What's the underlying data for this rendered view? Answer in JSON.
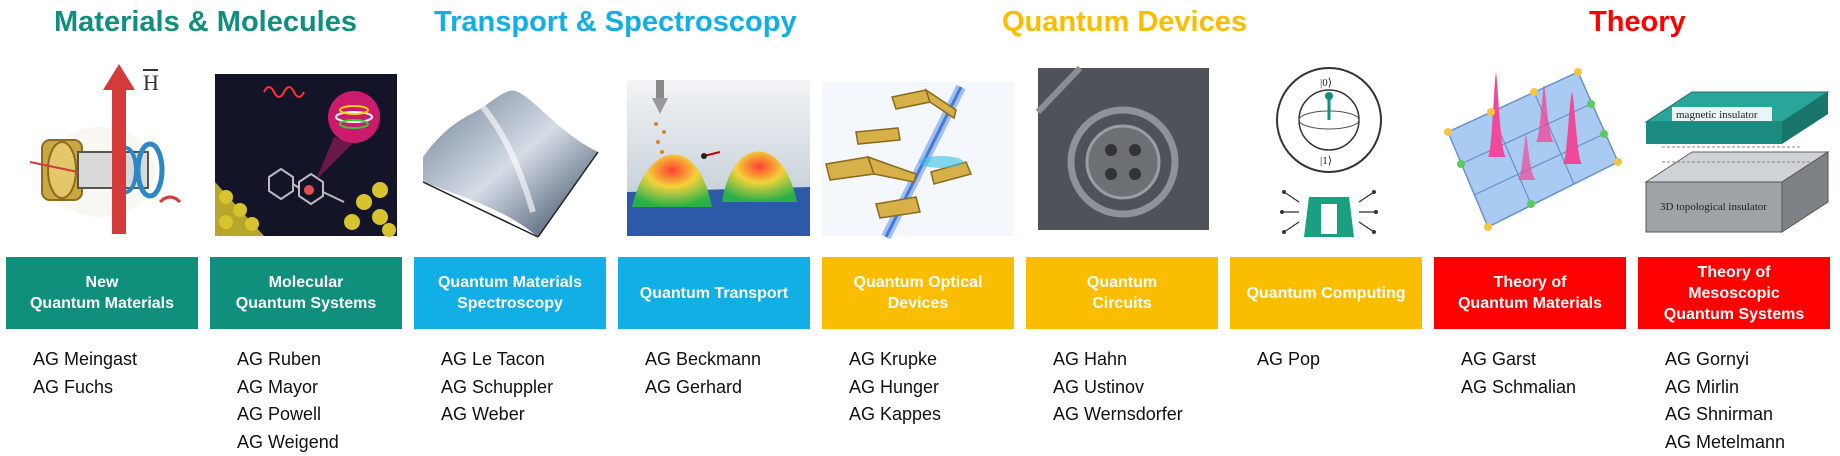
{
  "colors": {
    "materials": "#0f8f7c",
    "transport": "#12aee6",
    "devices": "#fbbd00",
    "theory": "#ff0000"
  },
  "categories": [
    {
      "title": "Materials & Molecules"
    },
    {
      "title": "Transport & Spectroscopy"
    },
    {
      "title": "Quantum Devices"
    },
    {
      "title": "Theory"
    }
  ],
  "illustration_labels": {
    "magnetic_field": "H",
    "qubit_zero": "|0⟩",
    "qubit_one": "|1⟩",
    "magnetic_insulator": "magnetic insulator",
    "topological_insulator": "3D topological insulator"
  },
  "columns": [
    {
      "box_lines": [
        "New",
        "Quantum Materials"
      ],
      "groups": [
        "AG Meingast",
        "AG Fuchs"
      ]
    },
    {
      "box_lines": [
        "Molecular",
        "Quantum Systems"
      ],
      "groups": [
        "AG Ruben",
        "AG Mayor",
        "AG Powell",
        "AG Weigend"
      ]
    },
    {
      "box_lines": [
        "Quantum Materials",
        "Spectroscopy"
      ],
      "groups": [
        "AG Le Tacon",
        "AG Schuppler",
        "AG Weber"
      ]
    },
    {
      "box_lines": [
        "Quantum Transport"
      ],
      "groups": [
        "AG Beckmann",
        "AG Gerhard"
      ]
    },
    {
      "box_lines": [
        "Quantum Optical",
        "Devices"
      ],
      "groups": [
        "AG Krupke",
        "AG Hunger",
        "AG Kappes"
      ]
    },
    {
      "box_lines": [
        "Quantum",
        "Circuits"
      ],
      "groups": [
        "AG Hahn",
        "AG Ustinov",
        "AG Wernsdorfer"
      ]
    },
    {
      "box_lines": [
        "Quantum Computing"
      ],
      "groups": [
        "AG Pop"
      ]
    },
    {
      "box_lines": [
        "Theory of",
        "Quantum Materials"
      ],
      "groups": [
        "AG Garst",
        "AG Schmalian"
      ]
    },
    {
      "box_lines": [
        "Theory of",
        "Mesoscopic",
        "Quantum Systems"
      ],
      "groups": [
        "AG Gornyi",
        "AG Mirlin",
        "AG Shnirman",
        "AG Metelmann"
      ]
    }
  ]
}
